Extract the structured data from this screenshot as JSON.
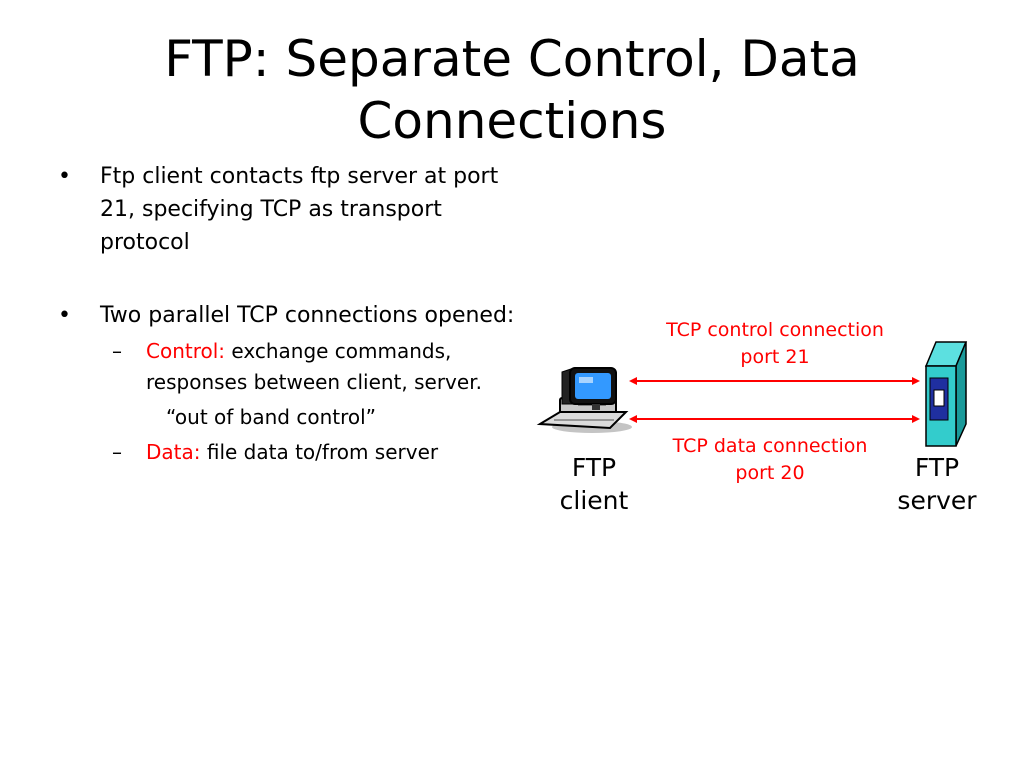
{
  "title": "FTP: Separate Control, Data Connections",
  "bullets": [
    {
      "marker": "•",
      "text": "Ftp client contacts ftp server at port 21, specifying TCP as transport protocol"
    },
    {
      "marker": "•",
      "text": "Two parallel TCP connections opened:"
    }
  ],
  "sub_bullets": [
    {
      "marker": "–",
      "keyword": "Control:",
      "text": "exchange commands, responses between client, server."
    },
    {
      "marker": "–",
      "keyword": "Data:",
      "text": "file data to/from server"
    }
  ],
  "quote": "“out of band control”",
  "diagram": {
    "control": {
      "line1": "TCP control connection",
      "line2": "port 21"
    },
    "data": {
      "line1": "TCP data connection",
      "line2": "port 20"
    },
    "client": {
      "line1": "FTP",
      "line2": "client"
    },
    "server": {
      "line1": "FTP",
      "line2": "server"
    },
    "icons": {
      "client": "computer-icon",
      "server": "server-icon"
    }
  },
  "colors": {
    "highlight": "#ff0000",
    "text": "#000000",
    "server_body": "#33cccc",
    "server_top": "#5ce0e0",
    "monitor": "#000000",
    "screen": "#3399ff"
  }
}
